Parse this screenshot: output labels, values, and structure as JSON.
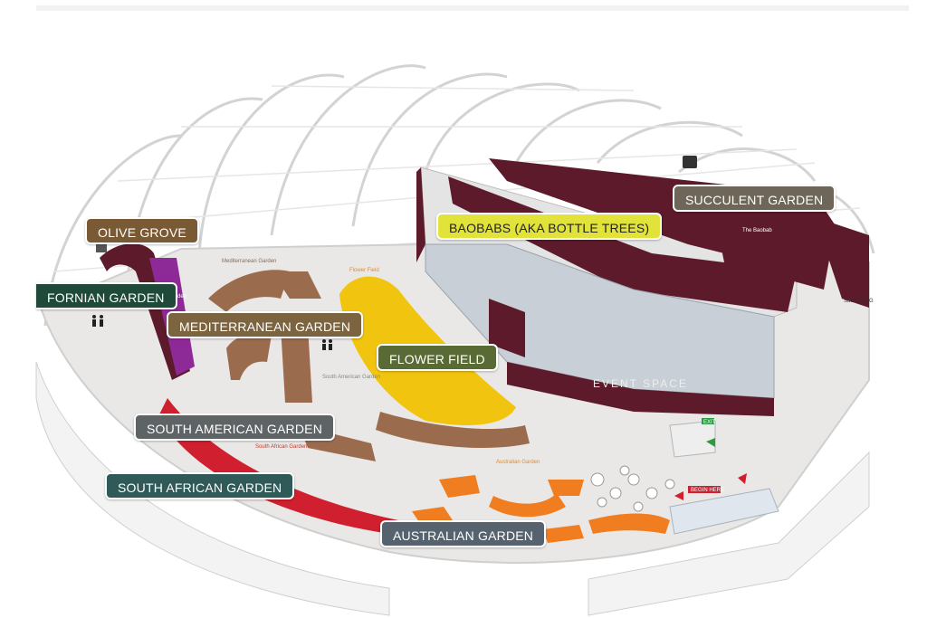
{
  "labels": {
    "olive_grove": "OLIVE GROVE",
    "californian_garden": "FORNIAN GARDEN",
    "mediterranean_garden": "MEDITERRANEAN GARDEN",
    "flower_field": "FLOWER FIELD",
    "baobabs": "BAOBABS (AKA BOTTLE TREES)",
    "succulent_garden": "SUCCULENT GARDEN",
    "south_american_garden": "SOUTH AMERICAN GARDEN",
    "south_african_garden": "SOUTH AFRICAN GARDEN",
    "australian_garden": "AUSTRALIAN GARDEN"
  },
  "map_text": {
    "mediterranean": "Mediterranean Garden",
    "flower_field": "Flower Field",
    "south_american": "South American Garden",
    "south_african": "South African Garden",
    "australian": "Australian Garden",
    "the_baobab": "The Baobab",
    "succulent": "Succulent G",
    "event_space": "EVENT SPACE",
    "exit": "EXIT",
    "begin_here": "BEGIN HERE",
    "olive_small": "Garden"
  },
  "colors": {
    "olive_grove": "#7a5a35",
    "californian_garden": "#1f4a3a",
    "mediterranean_garden": "#7c6440",
    "flower_field": "#5a6a34",
    "baobabs": "#e1e33a",
    "succulent_garden": "#6d6659",
    "south_american_garden": "#5e6465",
    "south_african_garden": "#2f5a58",
    "australian_garden": "#56636e",
    "maroon": "#5c1a2a",
    "flower_yellow": "#f1c40f",
    "terracotta": "#9a6b4d",
    "red": "#d01f2e",
    "orange": "#f07d1f",
    "purple": "#8e2a97"
  }
}
